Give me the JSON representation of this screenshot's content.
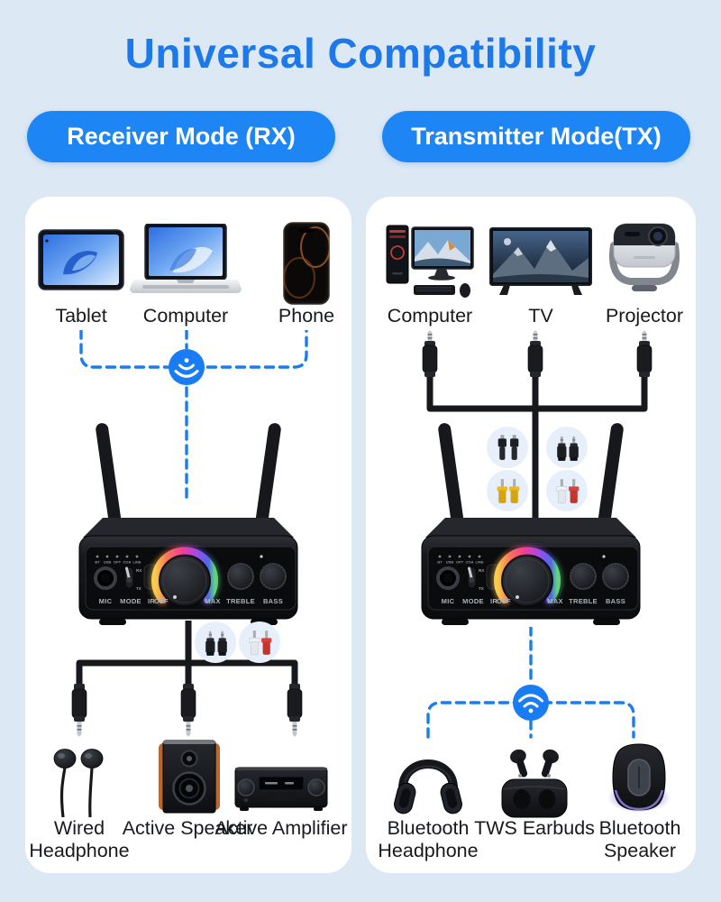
{
  "title": "Universal Compatibility",
  "pills": {
    "rx": "Receiver Mode (RX)",
    "tx": "Transmitter Mode(TX)"
  },
  "colors": {
    "background": "#dce8f4",
    "panel": "#ffffff",
    "title_blue": "#1d78ea",
    "pill_blue": "#1e86f4",
    "accent_blue": "#1a7cf2",
    "cable_black": "#17181b",
    "badge_bg": "#e7effa"
  },
  "rx_panel": {
    "wireless_icon": "broadcast-down-icon",
    "sources": [
      {
        "label": "Tablet",
        "icon": "tablet-icon"
      },
      {
        "label": "Computer",
        "icon": "laptop-icon"
      },
      {
        "label": "Phone",
        "icon": "phone-icon"
      }
    ],
    "adapters": [
      {
        "icon": "aux-jack-pair-icon"
      },
      {
        "icon": "rca-white-red-pair-icon"
      }
    ],
    "outputs": [
      {
        "label": "Wired Headphone",
        "icon": "wired-earbuds-icon"
      },
      {
        "label": "Active Speaker",
        "icon": "bookshelf-speaker-icon"
      },
      {
        "label": "Active Amplifier",
        "icon": "av-amplifier-icon"
      }
    ]
  },
  "tx_panel": {
    "wireless_icon": "wifi-icon",
    "sources": [
      {
        "label": "Computer",
        "icon": "desktop-pc-icon"
      },
      {
        "label": "TV",
        "icon": "tv-icon"
      },
      {
        "label": "Projector",
        "icon": "projector-icon"
      }
    ],
    "adapters": [
      {
        "icon": "optical-toslink-pair-icon"
      },
      {
        "icon": "aux-jack-pair-icon"
      },
      {
        "icon": "rca-yellow-pair-icon"
      },
      {
        "icon": "rca-white-red-pair-icon"
      }
    ],
    "outputs": [
      {
        "label": "Bluetooth Headphone",
        "icon": "bt-headphone-icon"
      },
      {
        "label": "TWS Earbuds",
        "icon": "tws-earbuds-icon"
      },
      {
        "label": "Bluetooth Speaker",
        "icon": "bt-speaker-icon"
      }
    ]
  },
  "receiver": {
    "leds": [
      "BT",
      "USB",
      "OPT",
      "COA",
      "LINE"
    ],
    "controls": {
      "mic": "MIC",
      "mode": "MODE",
      "ir": "IR",
      "volume_min": "OFF",
      "volume_max": "MAX",
      "treble": "TREBLE",
      "bass": "BASS",
      "switch_up": "RX",
      "switch_down": "TX"
    }
  }
}
